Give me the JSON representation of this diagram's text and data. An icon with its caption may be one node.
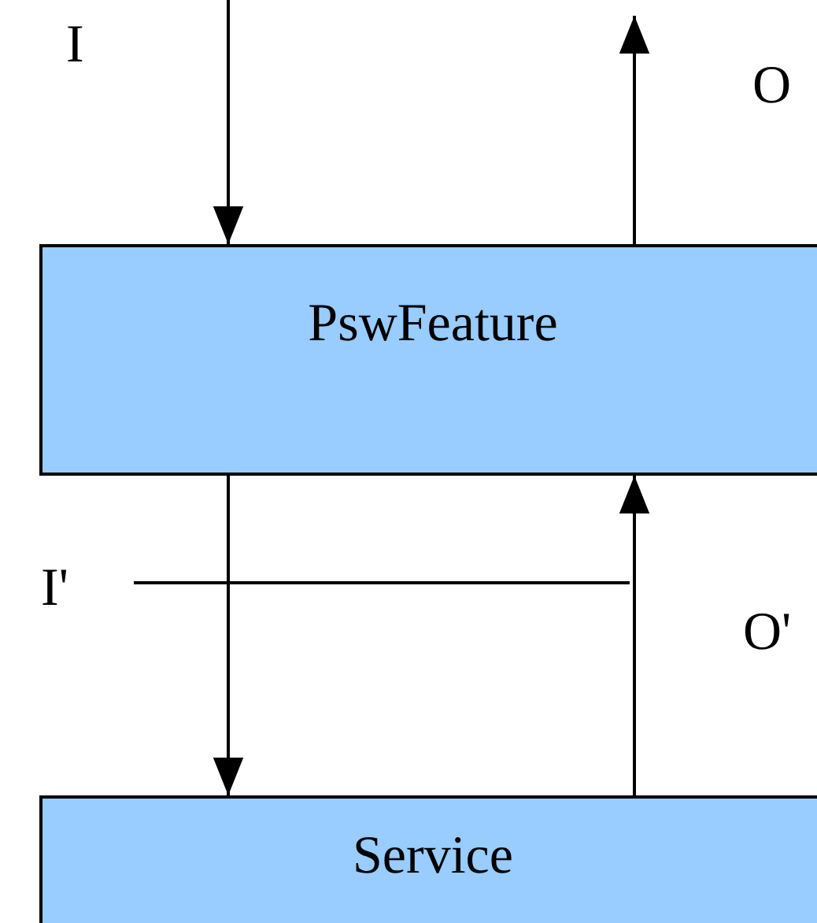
{
  "diagram": {
    "nodes": [
      {
        "text": [
          "PswFeature"
        ]
      },
      {
        "text": [
          "Service"
        ]
      }
    ],
    "edges": [
      {
        "from": null,
        "to": 0,
        "arrow": "to",
        "label": "I"
      },
      {
        "from": 0,
        "to": null,
        "arrow": "to",
        "label": "O"
      },
      {
        "from": 0,
        "to": 1,
        "arrow": "to",
        "label": "I'"
      },
      {
        "from": 1,
        "to": 0,
        "arrow": "to",
        "label": "O'"
      }
    ]
  }
}
